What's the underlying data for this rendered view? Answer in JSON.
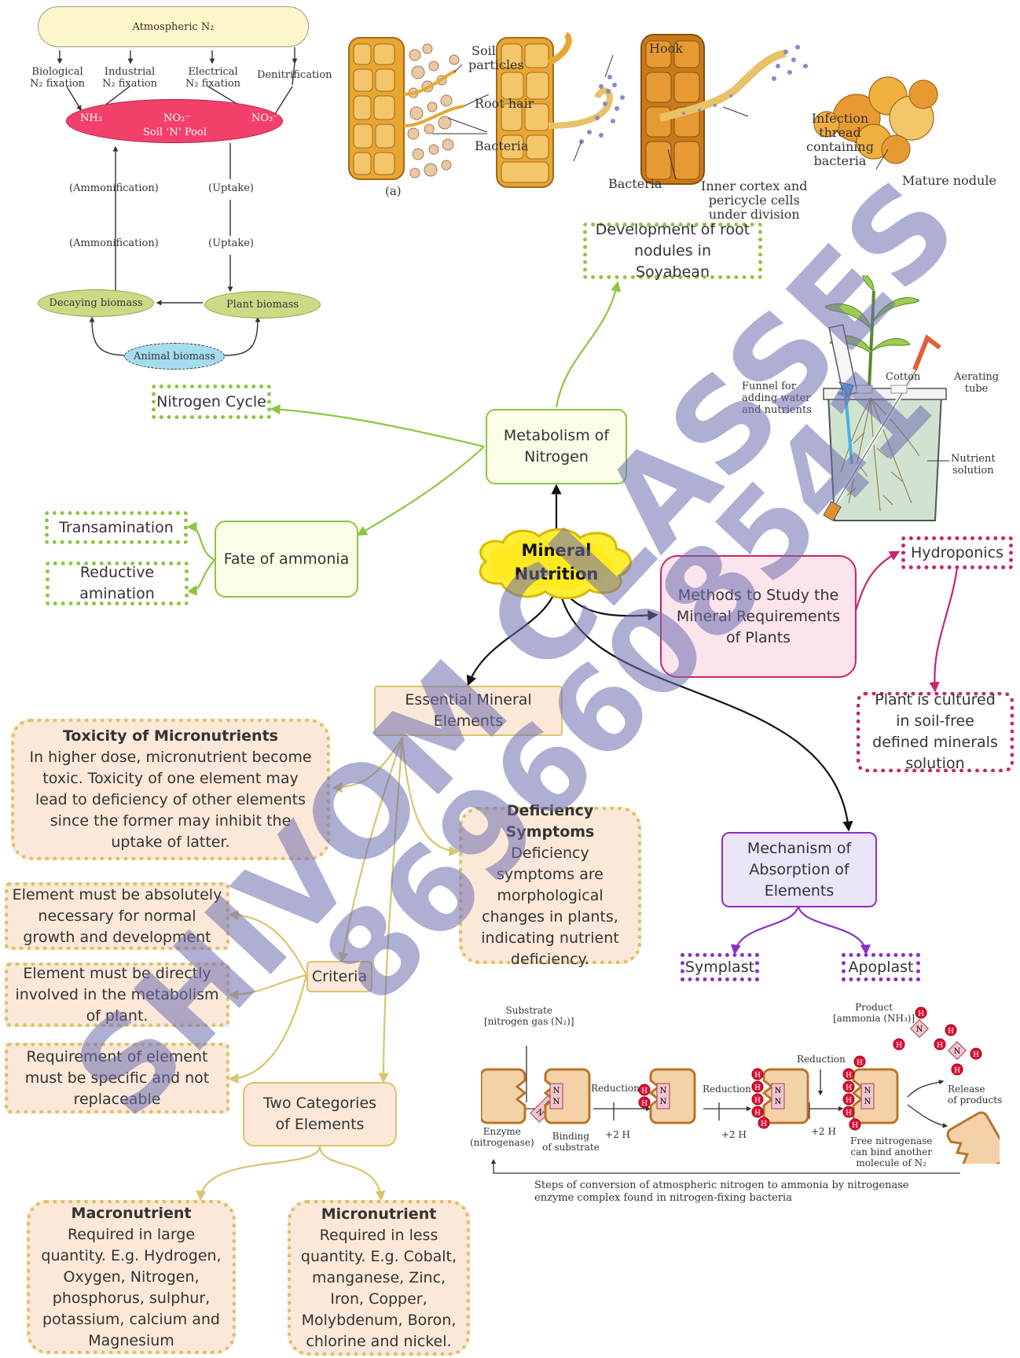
{
  "central": {
    "line1": "Mineral",
    "line2": "Nutrition"
  },
  "metabolism": {
    "text": "Metabolism of Nitrogen"
  },
  "root_nodule_dev": {
    "text": "Development of root nodules in Soyabean"
  },
  "nitrogen_cycle": {
    "text": "Nitrogen Cycle"
  },
  "fate_ammonia": {
    "text": "Fate of ammonia"
  },
  "transamination": {
    "text": "Transamination"
  },
  "reductive_amination": {
    "text": "Reductive amination"
  },
  "methods": {
    "text": "Methods to Study the Mineral Requirements of Plants"
  },
  "hydroponics": {
    "text": "Hydroponics"
  },
  "hydro_desc": {
    "text": "Plant is cultured in soil-free defined minerals solution"
  },
  "essential": {
    "text": "Essential Mineral Elements"
  },
  "toxicity": {
    "title": "Toxicity of Micronutrients",
    "body": "In higher dose, micronutrient become toxic. Toxicity of one element may lead to deficiency of other elements since the former may inhibit the uptake of latter."
  },
  "deficiency": {
    "title": "Deficiency Symptoms",
    "body": "Deficiency symptoms are morphological changes in plants, indicating nutrient deficiency."
  },
  "criteria": {
    "label": "Criteria",
    "items": [
      "Element must be absolutely necessary for normal growth and development",
      "Element must be directly involved in the metabolism of plant.",
      "Requirement of element must be specific and not replaceable"
    ]
  },
  "two_categories": {
    "text": "Two Categories of Elements"
  },
  "macronutrient": {
    "title": "Macronutrient",
    "body": "Required in large quantity. E.g. Hydrogen, Oxygen, Nitrogen, phosphorus, sulphur, potassium, calcium and Magnesium"
  },
  "micronutrient": {
    "title": "Micronutrient",
    "body": "Required in less quantity. E.g. Cobalt, manganese, Zinc, Iron, Copper, Molybdenum, Boron, chlorine and nickel."
  },
  "mechanism": {
    "text": "Mechanism of Absorption of Elements"
  },
  "symplast": {
    "text": "Symplast"
  },
  "apoplast": {
    "text": "Apoplast"
  },
  "ncycle_fig": {
    "atmospheric": "Atmospheric N₂",
    "bio": [
      "Biological",
      "N₂ fixation"
    ],
    "industrial": [
      "Industrial",
      "N₂ fixation"
    ],
    "electrical": [
      "Electrical",
      "N₂ fixation"
    ],
    "denitrification": "Denitrification",
    "nh3": "NH₃",
    "no2": "NO₂⁻",
    "no3": "NO₃⁻",
    "pool": "Soil ‘N’ Pool",
    "ammonification": "(Ammonification)",
    "uptake": "(Uptake)",
    "decaying": "Decaying biomass",
    "plant": "Plant biomass",
    "animal": "Animal biomass"
  },
  "nodule_fig": {
    "soil_particles": [
      "Soil",
      "particles"
    ],
    "root_hair": "Root hair",
    "bacteria": "Bacteria",
    "a_label": "(a)",
    "hook": "Hook",
    "bacteria2": "Bacteria",
    "inner_cortex": [
      "Inner cortex and",
      "pericycle cells",
      "under division"
    ],
    "infection": [
      "Infection",
      "thread",
      "containing",
      "bacteria"
    ],
    "mature": "Mature nodule"
  },
  "hydro_fig": {
    "funnel": [
      "Funnel for",
      "adding water",
      "and nutrients"
    ],
    "cotton": "Cotton",
    "aerating": [
      "Aerating",
      "tube"
    ],
    "nutrient": [
      "Nutrient",
      "solution"
    ]
  },
  "nitrogenase_fig": {
    "substrate": [
      "Substrate",
      "[nitrogen gas (N₂)]"
    ],
    "product": [
      "Product",
      "[ammonia (NH₃)]"
    ],
    "enzyme": [
      "Enzyme",
      "(nitrogenase)"
    ],
    "binding": [
      "Binding",
      "of substrate"
    ],
    "reduction": "Reduction",
    "plus2h": "+2 H",
    "release": [
      "Release",
      "of products"
    ],
    "free": [
      "Free nitrogenase",
      "can bind another",
      "molecule of N₂"
    ],
    "caption": [
      "Steps of conversion of atmospheric nitrogen to ammonia by nitrogenase",
      "enzyme complex found in nitrogen-fixing bacteria"
    ]
  },
  "watermark": {
    "line1": "SHIVOM CLASSES",
    "line2": "8696608541"
  },
  "colors": {
    "green": "#8dc63f",
    "pink": "#c8246e",
    "purple": "#8b2fc9",
    "tan": "#d7c56e",
    "black": "#111111"
  }
}
